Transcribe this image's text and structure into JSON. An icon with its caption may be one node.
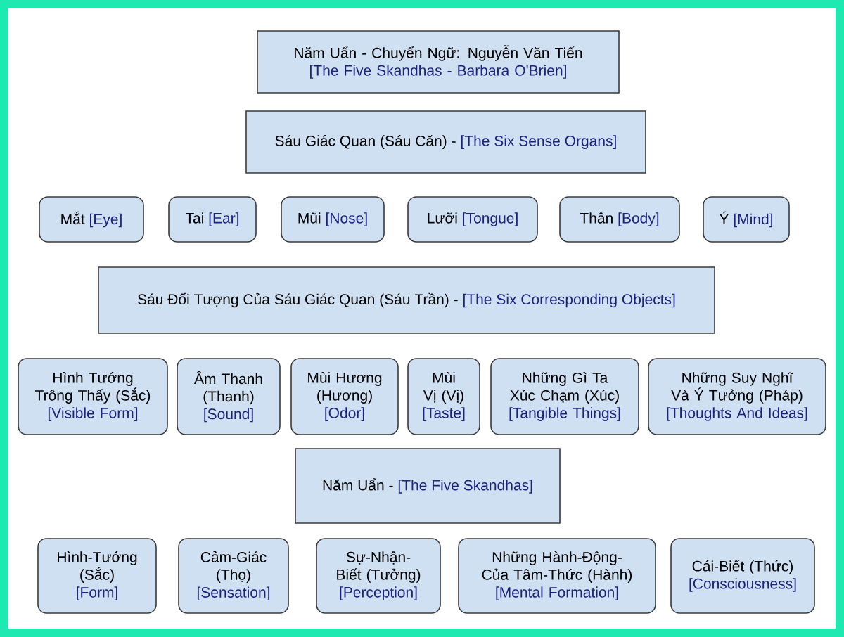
{
  "diagram": {
    "nodes": [
      {
        "text": [
          "Năm Uẩn - Chuyển Ngữ: Nguyễn Văn Tiến",
          "[The Five Skandhas - Barbara O'Brien]"
        ]
      },
      {
        "text": [
          "Sáu Giác Quan (Sáu Căn) -",
          "[The Six Sense Organs]"
        ]
      },
      {
        "text": [
          "Mắt",
          "[Eye]"
        ]
      },
      {
        "text": [
          "Tai",
          "[Ear]"
        ]
      },
      {
        "text": [
          "Mũi",
          "[Nose]"
        ]
      },
      {
        "text": [
          "Lưỡi",
          "[Tongue]"
        ]
      },
      {
        "text": [
          "Thân",
          "[Body]"
        ]
      },
      {
        "text": [
          "Ý",
          "[Mind]"
        ]
      },
      {
        "text": [
          "Sáu Đối Tượng Của Sáu Giác Quan (Sáu Trần) -",
          "[The Six Corresponding Objects]"
        ]
      },
      {
        "text": [
          "Hình Tướng Trông Thấy (Sắc)",
          "[Visible Form]"
        ]
      },
      {
        "text": [
          "Âm Thanh (Thanh)",
          "[Sound]"
        ]
      },
      {
        "text": [
          "Mùi Hương (Hương)",
          "[Odor]"
        ]
      },
      {
        "text": [
          "Mùi Vị (Vị)",
          "[Taste]"
        ]
      },
      {
        "text": [
          "Những Gì Ta Xúc Chạm (Xúc)",
          "[Tangible Things]"
        ]
      },
      {
        "text": [
          "Những Suy Nghĩ Và Ý Tưởng (Pháp)",
          "[Thoughts And Ideas]"
        ]
      },
      {
        "text": [
          "Năm Uẩn -",
          "[The Five Skandhas]"
        ]
      },
      {
        "text": [
          "Hình-Tướng (Sắc)",
          "[Form]"
        ]
      },
      {
        "text": [
          "Cảm-Giác (Thọ)",
          "[Sensation]"
        ]
      },
      {
        "text": [
          "Sự-Nhận-Biết (Tưởng)",
          "[Perception]"
        ]
      },
      {
        "text": [
          "Những Hành-Động-Của Tâm-Thức (Hành)",
          "[Mental Formation]"
        ]
      },
      {
        "text": [
          "Cái-Biết (Thức)",
          "[Consciousness]"
        ]
      }
    ]
  }
}
